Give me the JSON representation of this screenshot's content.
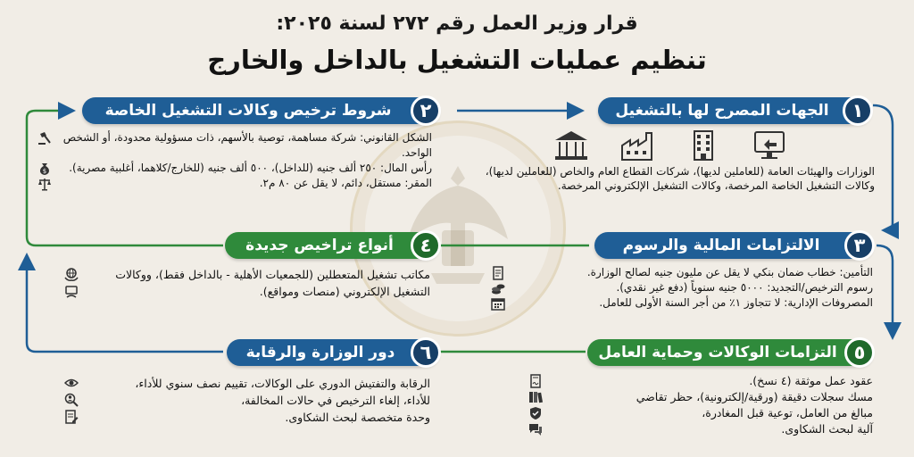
{
  "title_line1": "قرار وزير العمل رقم ٢٧٢ لسنة ٢٠٢٥:",
  "title_line2": "تنظيم عمليات التشغيل بالداخل والخارج",
  "colors": {
    "blue": "#1f5e96",
    "green": "#2f8a3b",
    "background": "#f1ede6"
  },
  "sections": [
    {
      "number": "١",
      "title": "الجهات المصرح لها بالتشغيل",
      "icons": [
        "monitor-icon",
        "office-building-icon",
        "factory-icon",
        "government-building-icon"
      ],
      "text": "الوزارات والهيئات العامة (للعاملين لديها)، شركات القطاع العام والخاص (للعاملين لديها)، وكالات التشغيل الخاصة المرخصة، وكالات التشغيل الإلكتروني المرخصة."
    },
    {
      "number": "٢",
      "title": "شروط ترخيص وكالات التشغيل الخاصة",
      "items": [
        {
          "icon": "gavel-icon",
          "text": "الشكل القانوني: شركة مساهمة، توصية بالأسهم، ذات مسؤولية محدودة، أو الشخص الواحد."
        },
        {
          "icon": "money-bag-icon",
          "text": "رأس المال: ٢٥٠ ألف جنيه (للداخل)، ٥٠٠ ألف جنيه (للخارج/كلاهما، أغلبية مصرية)."
        },
        {
          "icon": "scales-icon",
          "text": "المقر: مستقل، دائم، لا يقل عن ٨٠ م٢."
        }
      ]
    },
    {
      "number": "٣",
      "title": "الالتزامات المالية والرسوم",
      "items": [
        {
          "icon": "document-icon",
          "text": "التأمين: خطاب ضمان بنكي لا يقل عن مليون جنيه لصالح الوزارة."
        },
        {
          "icon": "coins-icon",
          "text": "رسوم الترخيص/التجديد: ٥٠٠٠ جنيه سنوياً (دفع غير نقدي)."
        },
        {
          "icon": "calendar-icon",
          "text": "المصروفات الإدارية: لا تتجاوز ١٪ من أجر السنة الأولى للعامل."
        }
      ]
    },
    {
      "number": "٤",
      "title": "أنواع تراخيص جديدة",
      "items": [
        {
          "icon": "globe-hands-icon",
          "text": "مكاتب تشغيل المتعطلين (للجمعيات الأهلية - بالداخل فقط)، ووكالات التشغيل الإلكتروني (منصات ومواقع)."
        }
      ],
      "extra_icon": "monitor-hand-icon"
    },
    {
      "number": "٥",
      "title": "التزامات الوكالات وحماية العامل",
      "items": [
        {
          "icon": "contract-icon",
          "text": "عقود عمل موثقة (٤ نسخ)."
        },
        {
          "icon": "records-icon",
          "text": "مسك سجلات دقيقة (ورقية/إلكترونية)، حظر تقاضي"
        },
        {
          "icon": "shield-icon",
          "text": "مبالغ من العامل، توعية قبل المغادرة،"
        },
        {
          "icon": "chat-icon",
          "text": "آلية لبحث الشكاوى."
        }
      ]
    },
    {
      "number": "٦",
      "title": "دور الوزارة والرقابة",
      "items": [
        {
          "icon": "eye-icon",
          "text": "الرقابة والتفتيش الدوري على الوكالات، تقييم نصف سنوي للأداء،"
        },
        {
          "icon": "search-person-icon",
          "text": "للأداء، إلغاء الترخيص في حالات المخالفة،"
        },
        {
          "icon": "complaint-form-icon",
          "text": "وحدة متخصصة لبحث الشكاوى."
        }
      ]
    }
  ]
}
